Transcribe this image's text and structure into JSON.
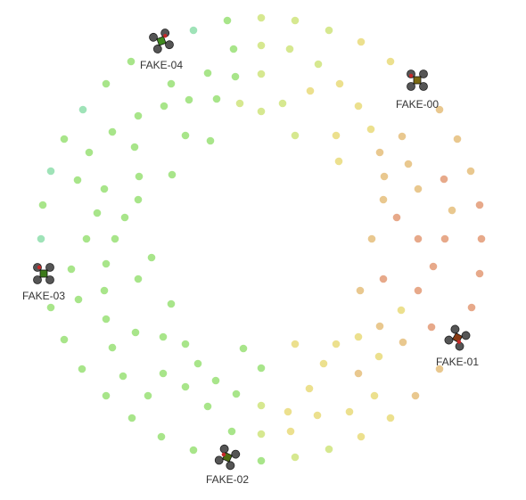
{
  "drones": [
    {
      "label": "FAKE-00",
      "body_color": "#7a6a12"
    },
    {
      "label": "FAKE-01",
      "body_color": "#8a3b14"
    },
    {
      "label": "FAKE-02",
      "body_color": "#4f6d12"
    },
    {
      "label": "FAKE-03",
      "body_color": "#3c7a1a"
    },
    {
      "label": "FAKE-04",
      "body_color": "#3f8a1f"
    }
  ],
  "colors": {
    "point_green": "#a8e58a",
    "point_teal": "#9fe3b8",
    "point_yellow_green": "#d6e890",
    "point_yellow": "#ece08e",
    "point_tan": "#e9c88f",
    "point_orange": "#e7a98a",
    "point_red": "#e3968d",
    "rotor": "#555555",
    "arm": "#222222",
    "front_marker": "#c62828",
    "label_text": "#333333"
  }
}
